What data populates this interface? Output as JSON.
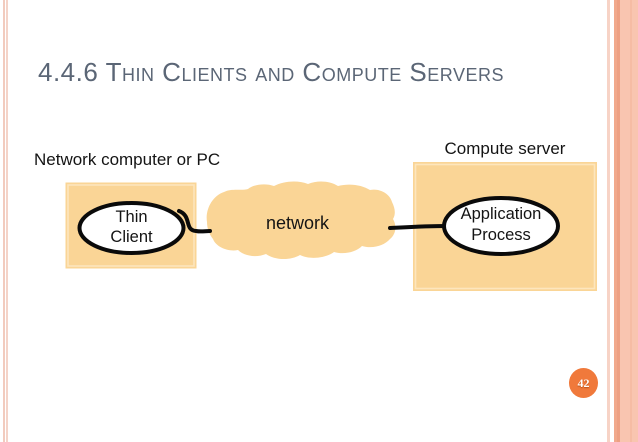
{
  "slide": {
    "title": "4.4.6 Thin Clients and Compute Servers",
    "page_number": "42"
  },
  "labels": {
    "client_machine": "Network computer or PC",
    "server_machine": "Compute server"
  },
  "nodes": {
    "thin_client": "Thin Client",
    "network": "network",
    "application_process": "Application Process"
  },
  "colors": {
    "shape_fill": "#FAD596",
    "shape_inner_highlight": "#FDE9C4",
    "title": "#5B6676",
    "page_circle": "#F0793B",
    "stripe_light_pink": "#F2CBBE",
    "stripe_salmon_dark": "#EDA083",
    "stripe_salmon": "#F9C5B0",
    "connector_line": "#0A0A0A"
  }
}
